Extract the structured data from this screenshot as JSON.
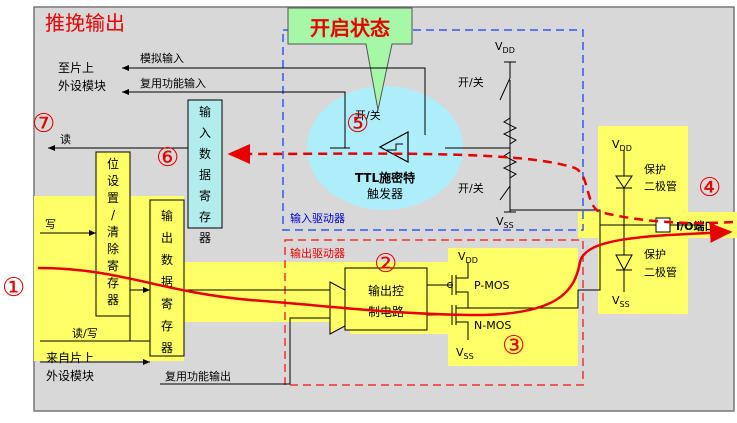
{
  "title": "推挽输出",
  "callout": "开启状态",
  "labels": {
    "analog_in": "模拟输入",
    "alt_func_in": "复用功能输入",
    "to_onchip_l1": "至片上",
    "to_onchip_l2": "外设模块",
    "read": "读",
    "write": "写",
    "read_write": "读/写",
    "from_onchip_l1": "来自片上",
    "from_onchip_l2": "外设模块",
    "alt_func_out": "复用功能输出",
    "on_off": "开/关",
    "ttl_l1": "TTL施密特",
    "ttl_l2": "触发器",
    "input_driver": "输入驱动器",
    "output_driver": "输出驱动器",
    "input_reg": "输入数据寄存器",
    "bsr_reg": "位设置/清除寄存器",
    "output_reg": "输出数据寄存器",
    "output_ctrl_l1": "输出控",
    "output_ctrl_l2": "制电路",
    "pmos": "P-MOS",
    "nmos": "N-MOS",
    "vdd": "V",
    "vdd_sub": "DD",
    "vss": "V",
    "vss_sub": "SS",
    "diode_l1": "保护",
    "diode_l2": "二极管",
    "io_pin": "I/O端口"
  },
  "markers": [
    "①",
    "②",
    "③",
    "④",
    "⑤",
    "⑥",
    "⑦"
  ],
  "colors": {
    "panel": "#d8d8d8",
    "yellow": "#ffff66",
    "cyan_reg": "#b3ecec",
    "ttl_bubble": "#aeeefa",
    "callout": "#a6f7a6",
    "accent_red": "#e60000",
    "accent_blue": "#0000cc"
  }
}
